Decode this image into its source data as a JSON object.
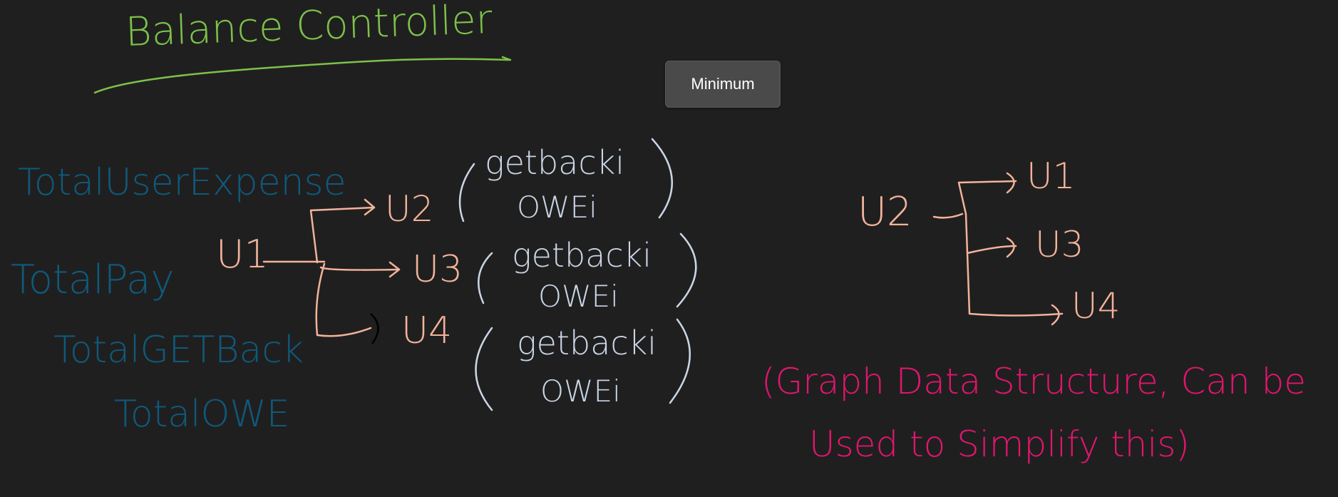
{
  "title": "Balance Controller",
  "button": {
    "label": "Minimum"
  },
  "totals": [
    "TotalUserExpense",
    "TotalPay",
    "TotalGETBack",
    "TotalOWE"
  ],
  "left_graph": {
    "source": "U1",
    "targets": [
      "U2",
      "U3",
      "U4"
    ],
    "entries": [
      {
        "line1": "getbacki",
        "line2": "OWEi"
      },
      {
        "line1": "getbacki",
        "line2": "OWEi"
      },
      {
        "line1": "getbacki",
        "line2": "OWEi"
      }
    ]
  },
  "right_graph": {
    "source": "U2",
    "targets": [
      "U1",
      "U3",
      "U4"
    ]
  },
  "note": {
    "line1": "(Graph Data Structure, Can be",
    "line2": "Used to Simplify this)"
  },
  "colors": {
    "background": "#201f1f",
    "title": "#7cc24a",
    "totals": "#0e5a7c",
    "arrows": "#f2b39b",
    "entries": "#c9d6e6",
    "note": "#e0166e"
  }
}
